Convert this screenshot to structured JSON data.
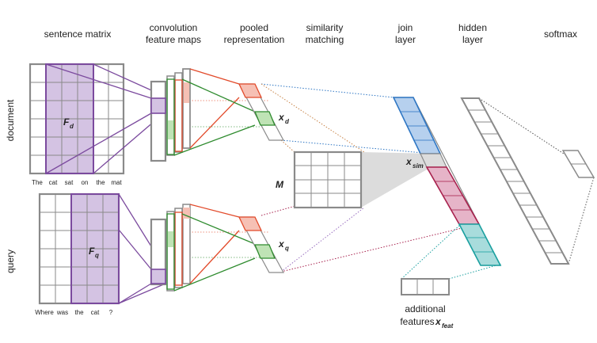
{
  "headers": {
    "sentence_matrix": "sentence matrix",
    "conv_line1": "convolution",
    "conv_line2": "feature maps",
    "pooled_line1": "pooled",
    "pooled_line2": "representation",
    "sim_line1": "similarity",
    "sim_line2": "matching",
    "join_line1": "join",
    "join_line2": "layer",
    "hidden_line1": "hidden",
    "hidden_line2": "layer",
    "softmax": "softmax"
  },
  "side_labels": {
    "document": "document",
    "query": "query"
  },
  "document_tokens": [
    "The",
    "cat",
    "sat",
    "on",
    "the",
    "mat"
  ],
  "query_tokens": [
    "Where",
    "was",
    "the",
    "cat",
    "?"
  ],
  "variables": {
    "Fd": "F",
    "Fd_sub": "d",
    "Fq": "F",
    "Fq_sub": "q",
    "xd": "x",
    "xd_sub": "d",
    "xq": "x",
    "xq_sub": "q",
    "M": "M",
    "xsim": "x",
    "xsim_sub": "sim",
    "xfeat": "x",
    "xfeat_sub": "feat"
  },
  "additional_features": {
    "line1": "additional",
    "line2": "features"
  },
  "colors": {
    "purple": "#7b4a9e",
    "purple_fill": "#d4c3e3",
    "green": "#2e8b2e",
    "green_fill": "#bfe3b5",
    "red": "#e24a2a",
    "red_fill": "#f6c0b4",
    "blue": "#2f77c4",
    "blue_fill": "#b6d0ee",
    "crimson": "#a8224e",
    "crimson_fill": "#e6b4c8",
    "teal": "#1aa0a0",
    "teal_fill": "#a8dcdc",
    "gray": "#8a8a8a",
    "shadow": "#dcdcdc"
  }
}
